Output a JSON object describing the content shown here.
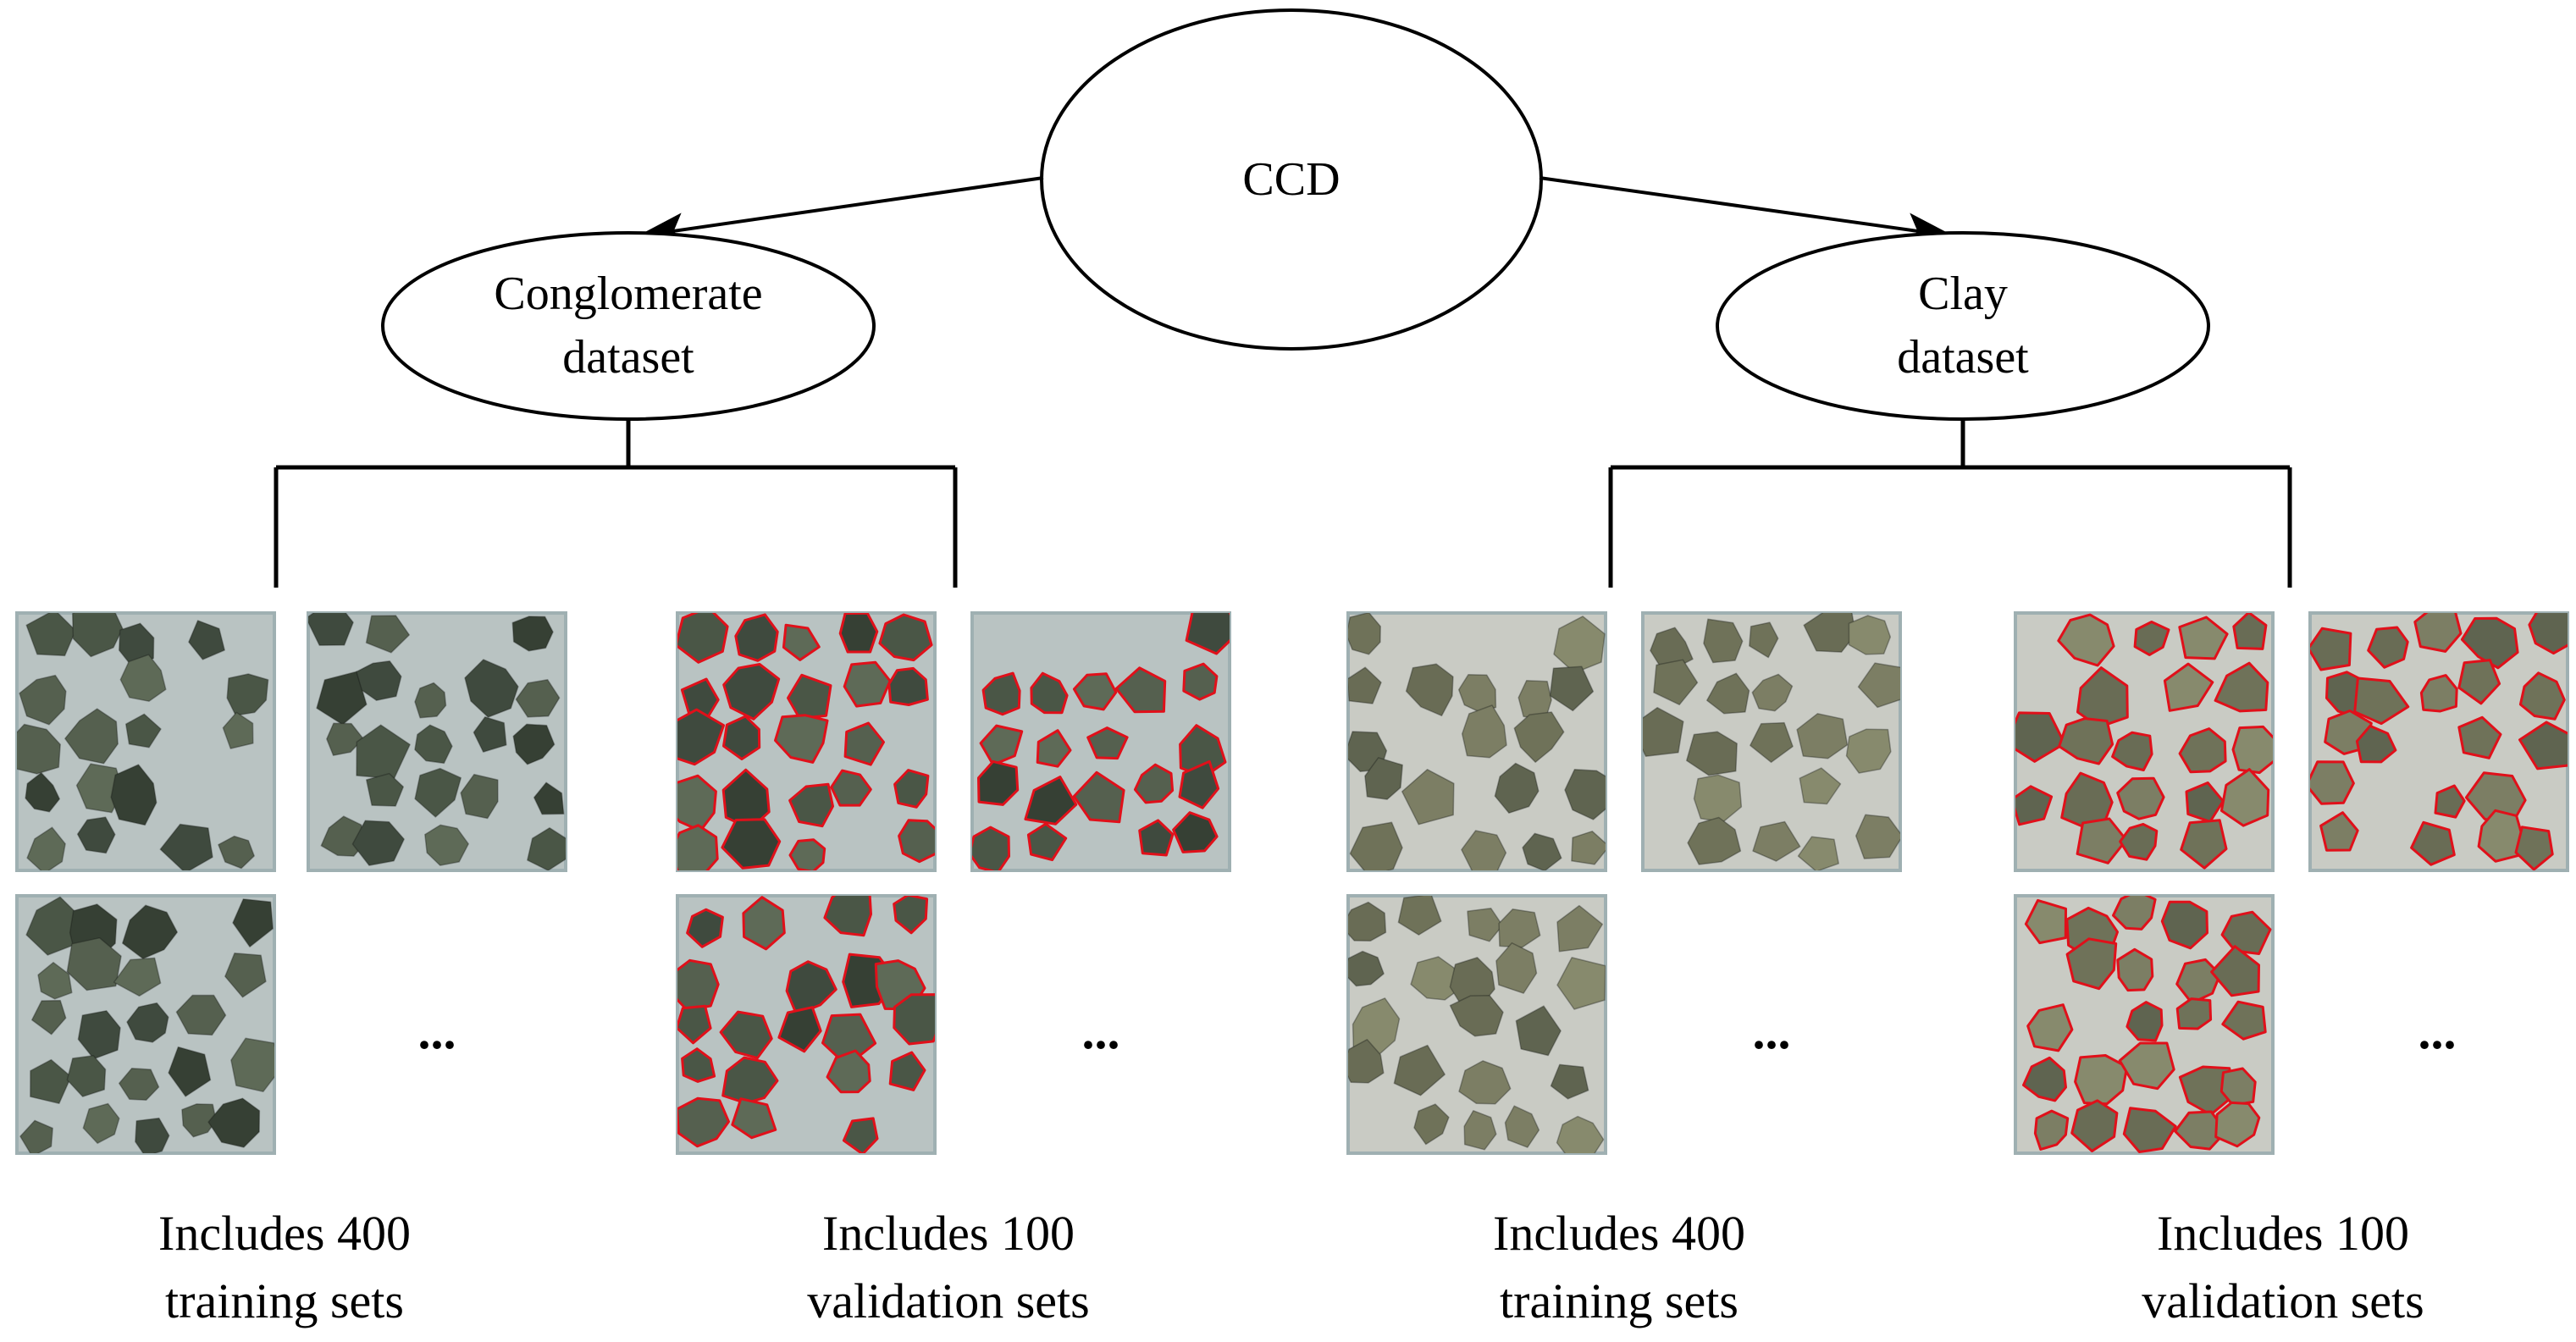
{
  "root": {
    "label": "CCD"
  },
  "branches": [
    {
      "id": "conglomerate",
      "label_lines": [
        "Conglomerate",
        "dataset"
      ],
      "groups": [
        {
          "id": "train",
          "caption_lines": [
            "Includes 400",
            "training sets"
          ],
          "ellipsis": "...",
          "annotated": false,
          "palette": "conglomerate"
        },
        {
          "id": "val",
          "caption_lines": [
            "Includes 100",
            "validation sets"
          ],
          "ellipsis": "...",
          "annotated": true,
          "palette": "conglomerate"
        }
      ]
    },
    {
      "id": "clay",
      "label_lines": [
        "Clay",
        "dataset"
      ],
      "groups": [
        {
          "id": "train",
          "caption_lines": [
            "Includes 400",
            "training sets"
          ],
          "ellipsis": "...",
          "annotated": false,
          "palette": "clay"
        },
        {
          "id": "val",
          "caption_lines": [
            "Includes 100",
            "validation sets"
          ],
          "ellipsis": "...",
          "annotated": true,
          "palette": "clay"
        }
      ]
    }
  ],
  "colors": {
    "line": "#000000",
    "annotation": "#e0101a",
    "conglomerate_bg": "#b9c3c2",
    "clay_bg": "#c9cbc4",
    "conglomerate_rocks": [
      "#3f4a3e",
      "#4a5646",
      "#55604f",
      "#364034",
      "#5e6a57"
    ],
    "clay_rocks": [
      "#6f7259",
      "#7c7e64",
      "#5f6450",
      "#878a6d",
      "#696c55"
    ]
  }
}
